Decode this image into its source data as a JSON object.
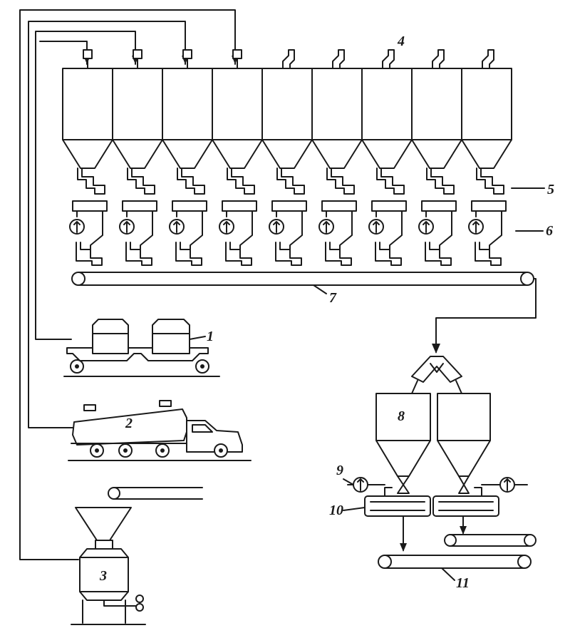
{
  "colors": {
    "ink": "#1a1a1a",
    "paper": "#ffffff"
  },
  "labels": {
    "l1": "1",
    "l2": "2",
    "l3": "3",
    "l4": "4",
    "l5": "5",
    "l6": "6",
    "l7": "7",
    "l8": "8",
    "l9": "9",
    "l10": "10",
    "l11": "11"
  },
  "silo_count": 9,
  "feeder_count": 9
}
